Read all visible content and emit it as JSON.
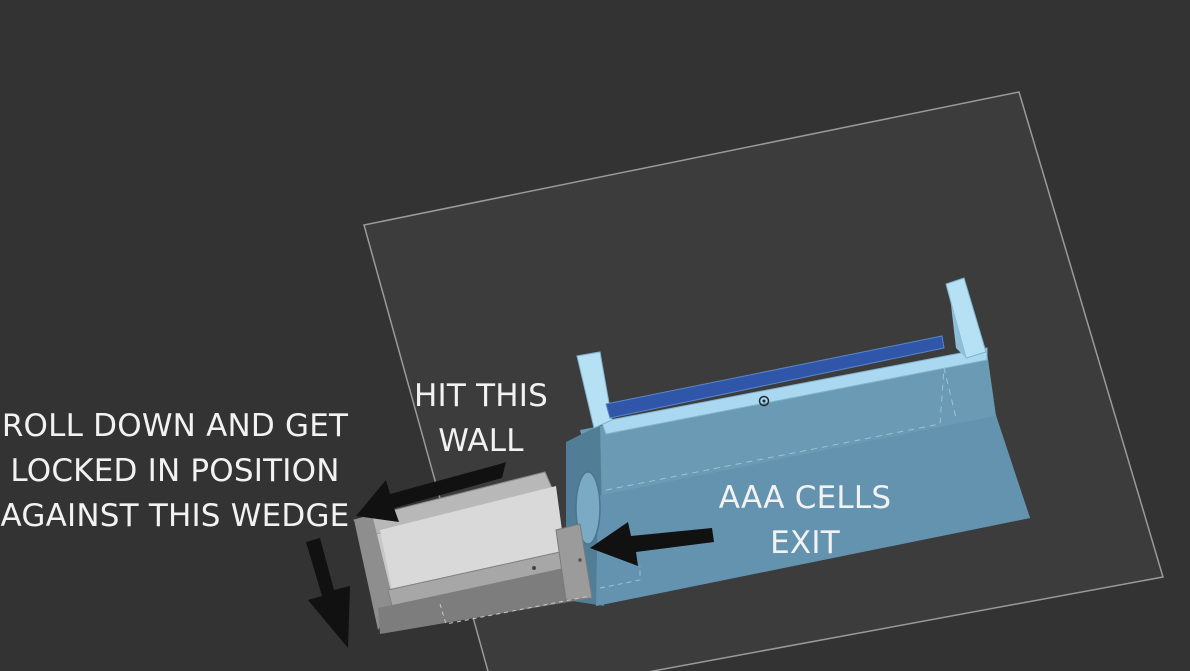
{
  "annotations": {
    "hit_wall": "HIT THIS\nWALL",
    "roll_down": "ROLL DOWN AND GET\nLOCKED IN POSITION\nAGAINST THIS WEDGE",
    "cells_exit": "AAA CELLS\nEXIT"
  },
  "colors": {
    "background": "#333333",
    "build_plate": "#3c3c3c",
    "plate_outline": "#9a9a9a",
    "part_blue": "#5f8ea8",
    "part_blue_light": "#a9d8f0",
    "part_blue_dark": "#2f56a8",
    "part_gray": "#9a9a9a",
    "part_gray_light": "#d4d4d4",
    "arrow": "#111111",
    "text": "#f2f2f2"
  }
}
